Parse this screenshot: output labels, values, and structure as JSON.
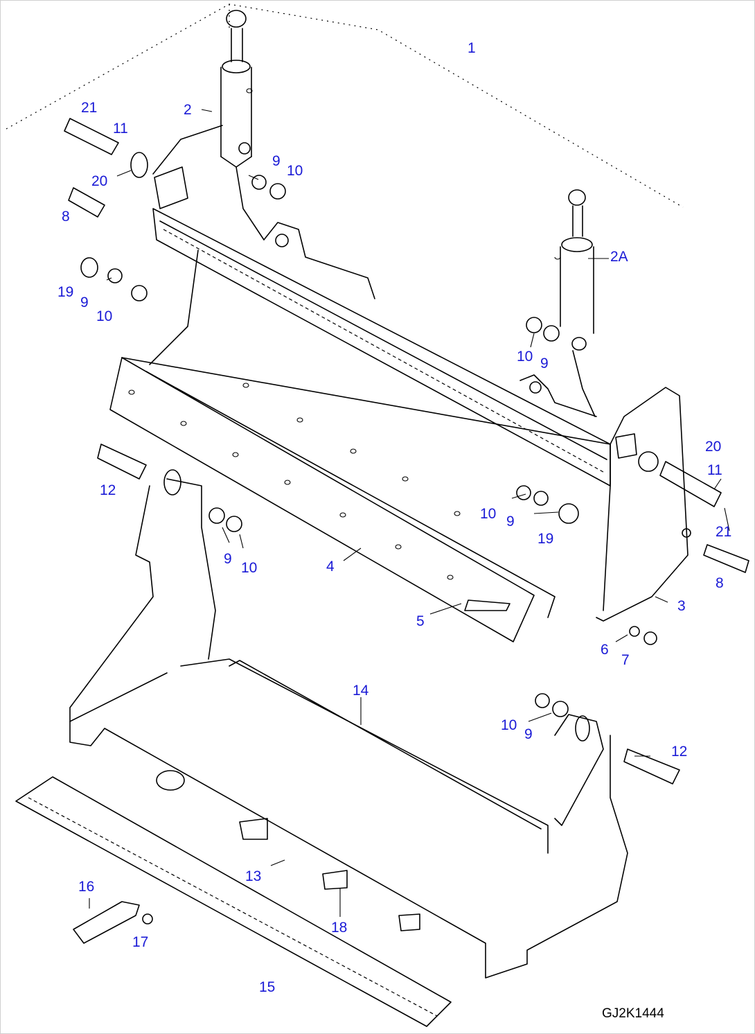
{
  "drawing_number": "GJ2K1444",
  "callouts": [
    "1",
    "2",
    "2A",
    "3",
    "4",
    "5",
    "6",
    "7",
    "8",
    "9",
    "10",
    "11",
    "12",
    "13",
    "14",
    "15",
    "16",
    "17",
    "18",
    "19",
    "20",
    "21"
  ],
  "callout_color": "#1a1ad6",
  "line_color": "#000000"
}
